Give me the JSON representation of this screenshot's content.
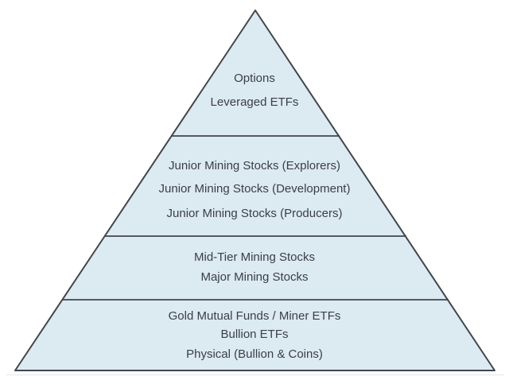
{
  "diagram": {
    "type": "pyramid",
    "subject": "gold-investment-risk-pyramid",
    "colors": {
      "fill": "#dceaf2",
      "stroke": "#41464c",
      "text": "#3a3f45",
      "background": "#ffffff",
      "shadow_line": "#e9edef"
    },
    "tiers": [
      {
        "id": "tier-1-top",
        "labels": [
          "Options",
          "Leveraged ETFs"
        ]
      },
      {
        "id": "tier-2",
        "labels": [
          "Junior Mining Stocks (Explorers)",
          "Junior Mining Stocks (Development)",
          "Junior Mining Stocks (Producers)"
        ]
      },
      {
        "id": "tier-3",
        "labels": [
          "Mid-Tier Mining Stocks",
          "Major Mining Stocks"
        ]
      },
      {
        "id": "tier-4-base",
        "labels": [
          "Gold Mutual Funds / Miner ETFs",
          "Bullion ETFs",
          "Physical (Bullion & Coins)"
        ]
      }
    ]
  }
}
